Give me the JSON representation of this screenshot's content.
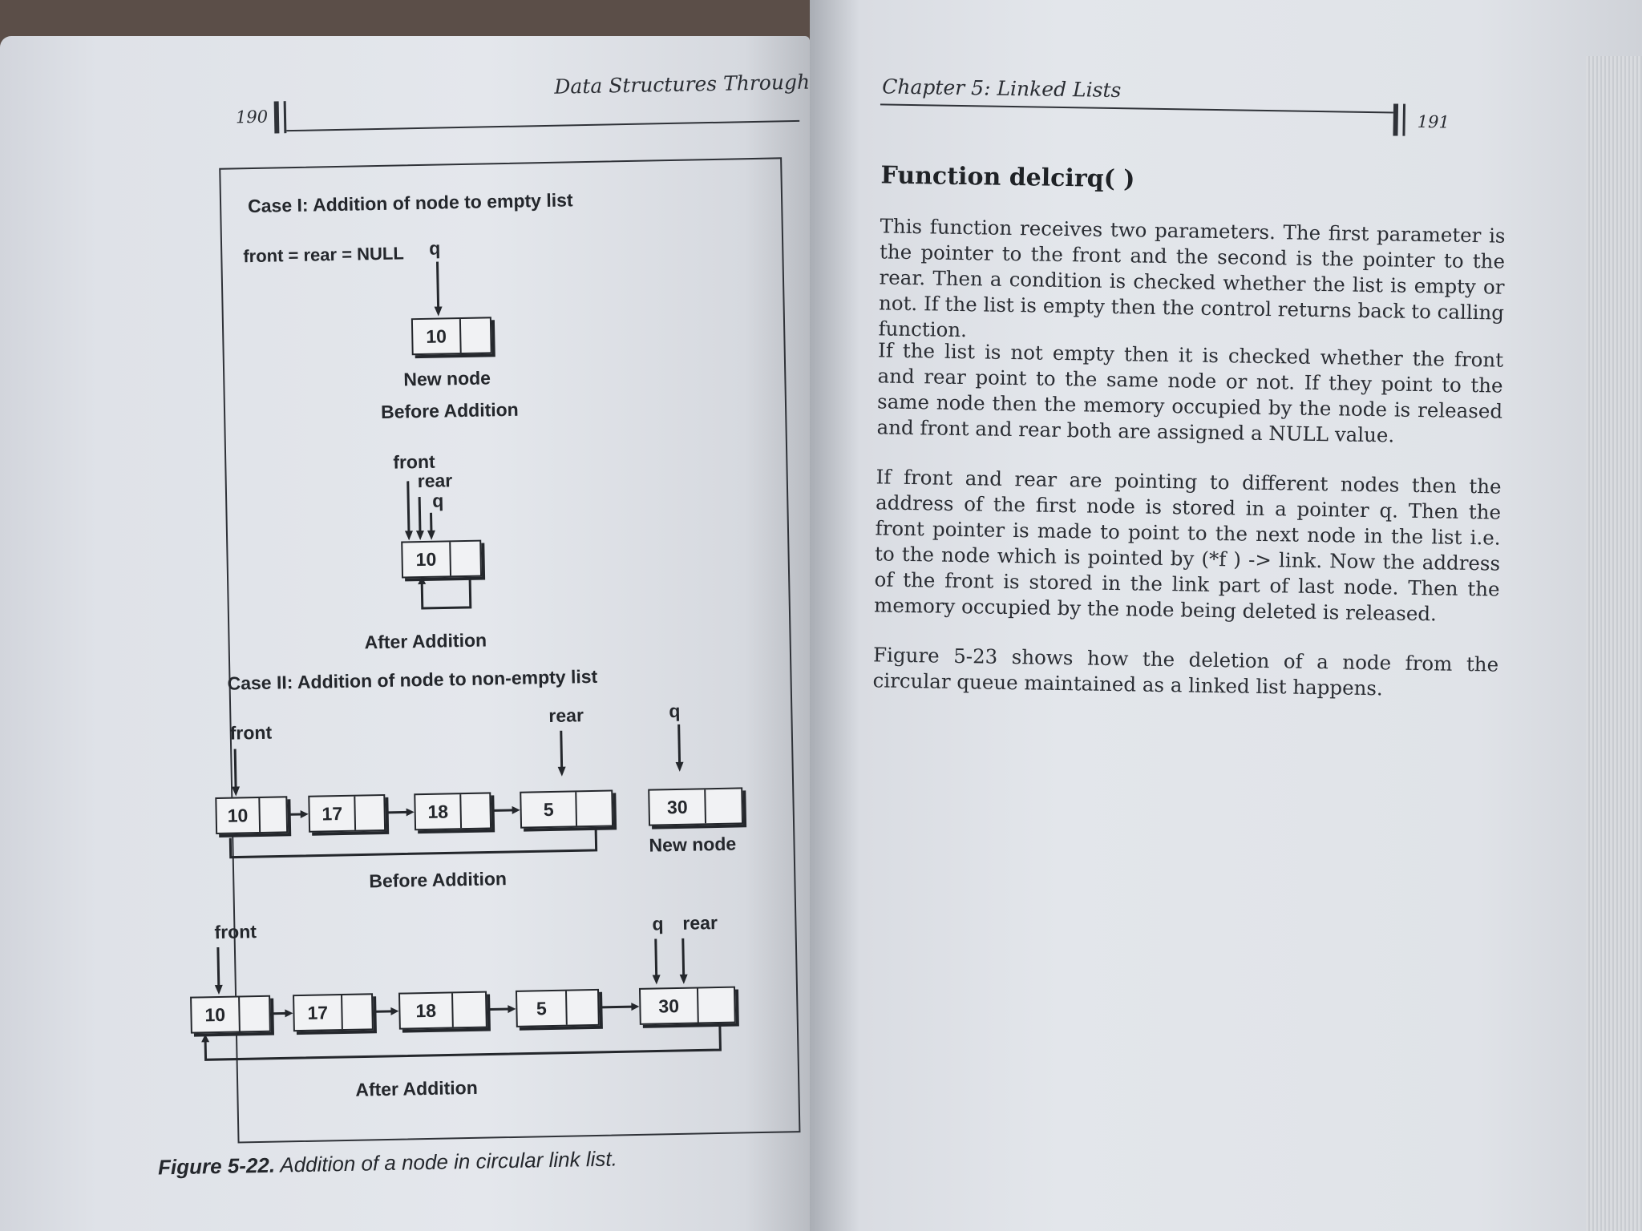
{
  "left_page": {
    "page_number": "190",
    "running_head": "Data Structures Through C",
    "figure": {
      "case1_title": "Case I: Addition of node to empty list",
      "case1_condition": "front = rear = NULL",
      "case1_before": {
        "q_label": "q",
        "node_value": "10",
        "node_label": "New node",
        "state_label": "Before Addition"
      },
      "case1_after": {
        "front_label": "front",
        "rear_label": "rear",
        "q_label": "q",
        "node_value": "10",
        "state_label": "After Addition"
      },
      "case2_title": "Case II: Addition of node to non-empty list",
      "case2_before": {
        "front_label": "front",
        "rear_label": "rear",
        "q_label": "q",
        "nodes": [
          "10",
          "17",
          "18",
          "5"
        ],
        "new_node_value": "30",
        "new_node_label": "New node",
        "state_label": "Before Addition"
      },
      "case2_after": {
        "front_label": "front",
        "q_label": "q",
        "rear_label": "rear",
        "nodes": [
          "10",
          "17",
          "18",
          "5",
          "30"
        ],
        "state_label": "After Addition"
      },
      "caption_number": "Figure 5-22.",
      "caption_text": "Addition of a node in circular link list."
    }
  },
  "right_page": {
    "page_number": "191",
    "running_head": "Chapter 5: Linked Lists",
    "section_title": "Function delcirq( )",
    "paragraphs": [
      "This function receives two parameters. The first parameter is the pointer to the front and the second is the pointer to the rear. Then a condition is checked whether the list is empty or not. If the list is empty then the control returns back to calling function.",
      "If the list is not empty then it is checked whether the front and rear point to the same node or not. If they point to the same node then the memory occupied by the node is released and front and rear both are assigned a NULL value.",
      "If front and rear are pointing to different nodes then the address of the first node is stored in a pointer q. Then the front pointer is made to point to the next node in the list i.e. to the node which is pointed by (*f ) -> link. Now the address of the front is stored in the link part of last node. Then the memory occupied by the node being deleted is released.",
      "Figure 5-23 shows how the deletion of a node from the circular queue maintained as a linked list happens."
    ]
  }
}
